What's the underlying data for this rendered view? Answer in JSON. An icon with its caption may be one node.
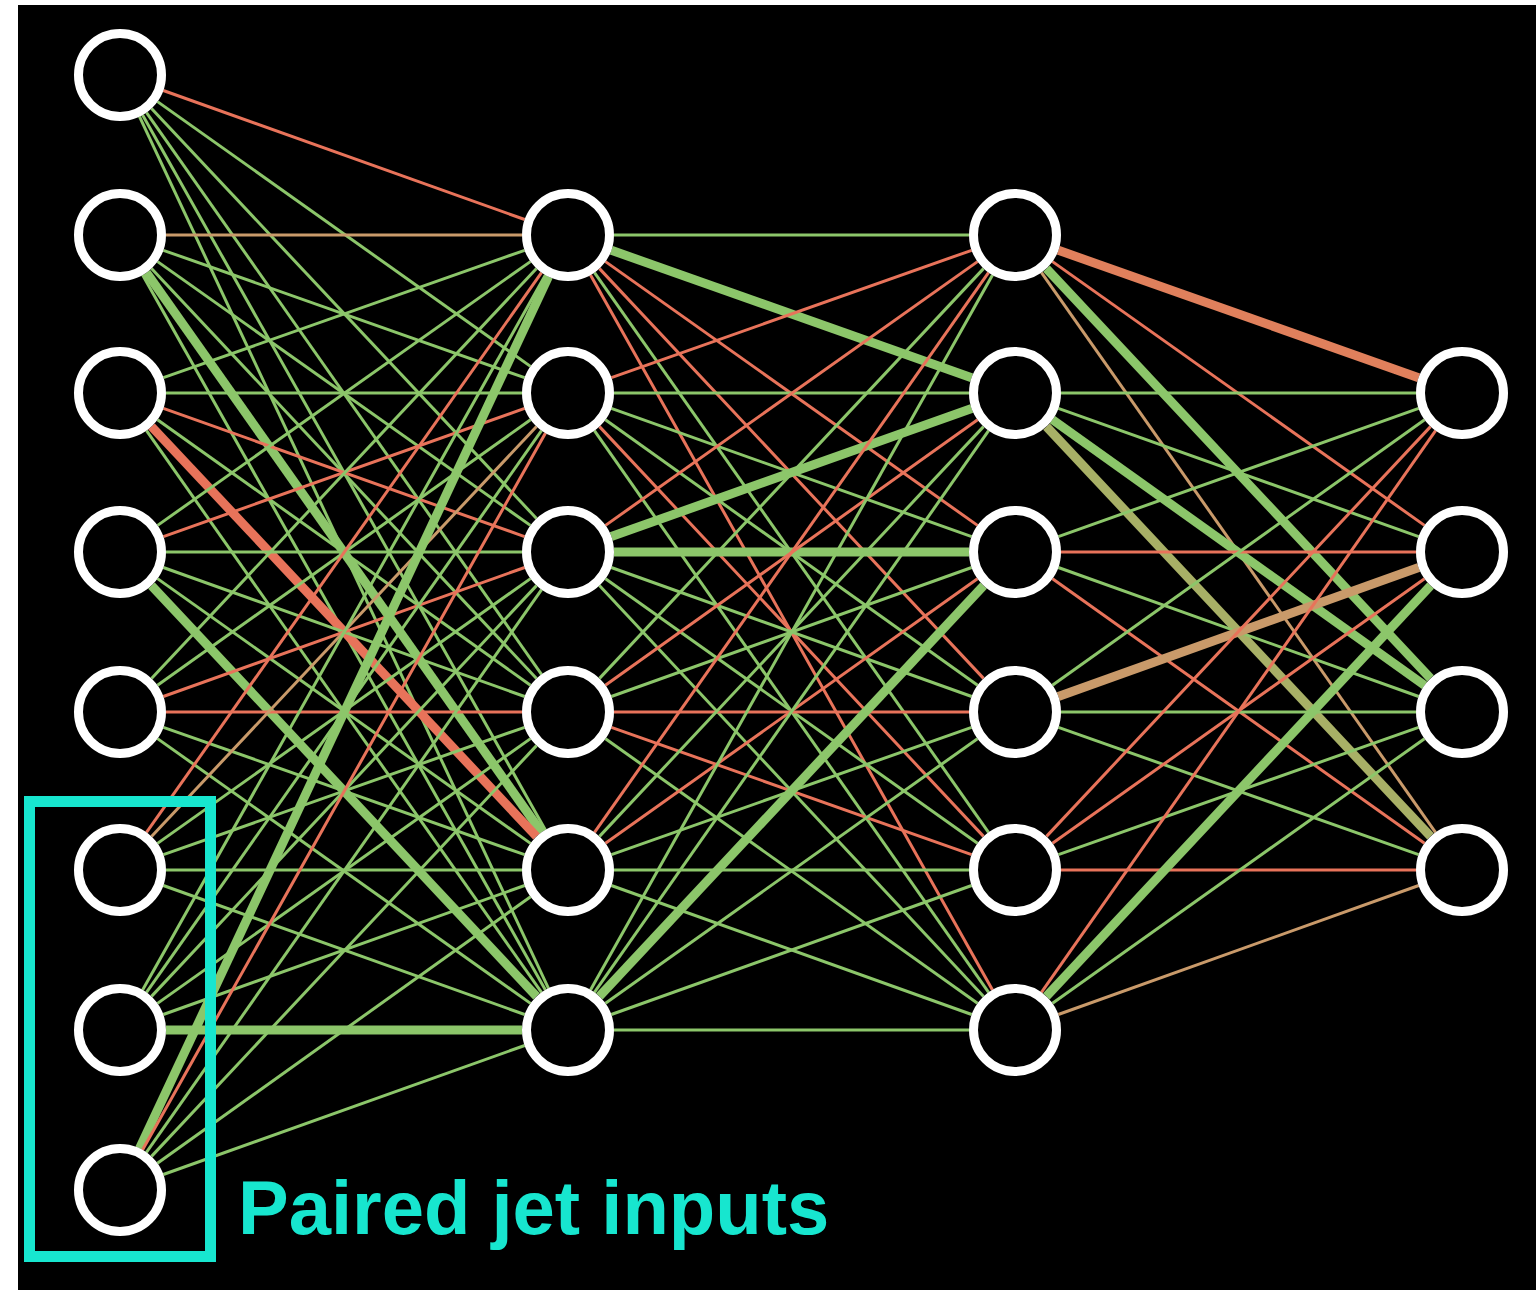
{
  "diagram": {
    "nodes": [
      {
        "text": [],
        "shape": "circle"
      },
      {
        "text": [],
        "shape": "circle"
      },
      {
        "text": [],
        "shape": "circle"
      },
      {
        "text": [],
        "shape": "circle"
      },
      {
        "text": [],
        "shape": "circle"
      },
      {
        "text": [
          "Paired jet inputs"
        ]
      },
      {
        "text": [],
        "shape": "circle",
        "in": 5
      },
      {
        "text": [],
        "shape": "circle",
        "in": 5
      },
      {
        "text": [],
        "shape": "circle",
        "in": 5
      },
      {
        "text": [],
        "shape": "circle"
      },
      {
        "text": [],
        "shape": "circle"
      },
      {
        "text": [],
        "shape": "circle"
      },
      {
        "text": [],
        "shape": "circle"
      },
      {
        "text": [],
        "shape": "circle"
      },
      {
        "text": [],
        "shape": "circle"
      },
      {
        "text": [],
        "shape": "circle"
      },
      {
        "text": [],
        "shape": "circle"
      },
      {
        "text": [],
        "shape": "circle"
      },
      {
        "text": [],
        "shape": "circle"
      },
      {
        "text": [],
        "shape": "circle"
      },
      {
        "text": [],
        "shape": "circle"
      },
      {
        "text": [],
        "shape": "circle"
      },
      {
        "text": [],
        "shape": "circle"
      },
      {
        "text": [],
        "shape": "circle"
      },
      {
        "text": [],
        "shape": "circle"
      }
    ],
    "edges": [
      {
        "from": 0,
        "to": 9,
        "arrow": "none",
        "color": "#e8735a"
      },
      {
        "from": 0,
        "to": 10,
        "arrow": "none"
      },
      {
        "from": 0,
        "to": 11,
        "arrow": "none"
      },
      {
        "from": 0,
        "to": 12,
        "arrow": "none"
      },
      {
        "from": 0,
        "to": 13,
        "arrow": "none"
      },
      {
        "from": 0,
        "to": 14,
        "arrow": "none"
      },
      {
        "from": 1,
        "to": 9,
        "arrow": "none",
        "color": "#c99a6a"
      },
      {
        "from": 1,
        "to": 10,
        "arrow": "none"
      },
      {
        "from": 1,
        "to": 11,
        "arrow": "none"
      },
      {
        "from": 1,
        "to": 12,
        "arrow": "none"
      },
      {
        "from": 1,
        "to": 13,
        "arrow": "none",
        "style": "thick"
      },
      {
        "from": 1,
        "to": 14,
        "arrow": "none"
      },
      {
        "from": 2,
        "to": 9,
        "arrow": "none"
      },
      {
        "from": 2,
        "to": 10,
        "arrow": "none"
      },
      {
        "from": 2,
        "to": 11,
        "arrow": "none",
        "color": "#e8735a"
      },
      {
        "from": 2,
        "to": 12,
        "arrow": "none"
      },
      {
        "from": 2,
        "to": 13,
        "arrow": "none",
        "style": "thick",
        "color": "#e8735a"
      },
      {
        "from": 2,
        "to": 14,
        "arrow": "none"
      },
      {
        "from": 3,
        "to": 9,
        "arrow": "none"
      },
      {
        "from": 3,
        "to": 10,
        "arrow": "none",
        "color": "#e8735a"
      },
      {
        "from": 3,
        "to": 11,
        "arrow": "none"
      },
      {
        "from": 3,
        "to": 12,
        "arrow": "none"
      },
      {
        "from": 3,
        "to": 13,
        "arrow": "none"
      },
      {
        "from": 3,
        "to": 14,
        "arrow": "none",
        "style": "thick"
      },
      {
        "from": 4,
        "to": 9,
        "arrow": "none"
      },
      {
        "from": 4,
        "to": 10,
        "arrow": "none"
      },
      {
        "from": 4,
        "to": 11,
        "arrow": "none",
        "color": "#e8735a"
      },
      {
        "from": 4,
        "to": 12,
        "arrow": "none",
        "color": "#e8735a"
      },
      {
        "from": 4,
        "to": 13,
        "arrow": "none"
      },
      {
        "from": 4,
        "to": 14,
        "arrow": "none"
      },
      {
        "from": 6,
        "to": 9,
        "arrow": "none",
        "color": "#e8735a"
      },
      {
        "from": 6,
        "to": 10,
        "arrow": "none",
        "color": "#c99a6a"
      },
      {
        "from": 6,
        "to": 11,
        "arrow": "none"
      },
      {
        "from": 6,
        "to": 12,
        "arrow": "none"
      },
      {
        "from": 6,
        "to": 13,
        "arrow": "none"
      },
      {
        "from": 6,
        "to": 14,
        "arrow": "none"
      },
      {
        "from": 7,
        "to": 9,
        "arrow": "none"
      },
      {
        "from": 7,
        "to": 10,
        "arrow": "none"
      },
      {
        "from": 7,
        "to": 11,
        "arrow": "none"
      },
      {
        "from": 7,
        "to": 12,
        "arrow": "none"
      },
      {
        "from": 7,
        "to": 13,
        "arrow": "none"
      },
      {
        "from": 7,
        "to": 14,
        "arrow": "none",
        "style": "thick"
      },
      {
        "from": 8,
        "to": 9,
        "arrow": "none",
        "style": "thick"
      },
      {
        "from": 8,
        "to": 10,
        "arrow": "none",
        "color": "#e8735a"
      },
      {
        "from": 8,
        "to": 11,
        "arrow": "none"
      },
      {
        "from": 8,
        "to": 12,
        "arrow": "none"
      },
      {
        "from": 8,
        "to": 13,
        "arrow": "none"
      },
      {
        "from": 8,
        "to": 14,
        "arrow": "none"
      },
      {
        "from": 9,
        "to": 15,
        "arrow": "none"
      },
      {
        "from": 9,
        "to": 16,
        "arrow": "none",
        "style": "thick"
      },
      {
        "from": 9,
        "to": 17,
        "arrow": "none",
        "color": "#e8735a"
      },
      {
        "from": 9,
        "to": 18,
        "arrow": "none",
        "color": "#e8735a"
      },
      {
        "from": 9,
        "to": 19,
        "arrow": "none"
      },
      {
        "from": 9,
        "to": 20,
        "arrow": "none",
        "color": "#e8735a"
      },
      {
        "from": 10,
        "to": 15,
        "arrow": "none",
        "color": "#e8735a"
      },
      {
        "from": 10,
        "to": 16,
        "arrow": "none"
      },
      {
        "from": 10,
        "to": 17,
        "arrow": "none"
      },
      {
        "from": 10,
        "to": 18,
        "arrow": "none"
      },
      {
        "from": 10,
        "to": 19,
        "arrow": "none",
        "color": "#e8735a"
      },
      {
        "from": 10,
        "to": 20,
        "arrow": "none"
      },
      {
        "from": 11,
        "to": 15,
        "arrow": "none",
        "color": "#e8735a"
      },
      {
        "from": 11,
        "to": 16,
        "arrow": "none",
        "style": "thick"
      },
      {
        "from": 11,
        "to": 17,
        "arrow": "none",
        "style": "thick"
      },
      {
        "from": 11,
        "to": 18,
        "arrow": "none"
      },
      {
        "from": 11,
        "to": 19,
        "arrow": "none"
      },
      {
        "from": 11,
        "to": 20,
        "arrow": "none"
      },
      {
        "from": 12,
        "to": 15,
        "arrow": "none"
      },
      {
        "from": 12,
        "to": 16,
        "arrow": "none",
        "color": "#e8735a"
      },
      {
        "from": 12,
        "to": 17,
        "arrow": "none"
      },
      {
        "from": 12,
        "to": 18,
        "arrow": "none",
        "color": "#e8735a"
      },
      {
        "from": 12,
        "to": 19,
        "arrow": "none",
        "color": "#e8735a"
      },
      {
        "from": 12,
        "to": 20,
        "arrow": "none"
      },
      {
        "from": 13,
        "to": 15,
        "arrow": "none",
        "color": "#e8735a"
      },
      {
        "from": 13,
        "to": 16,
        "arrow": "none"
      },
      {
        "from": 13,
        "to": 17,
        "arrow": "none",
        "color": "#e8735a"
      },
      {
        "from": 13,
        "to": 18,
        "arrow": "none"
      },
      {
        "from": 13,
        "to": 19,
        "arrow": "none"
      },
      {
        "from": 13,
        "to": 20,
        "arrow": "none"
      },
      {
        "from": 14,
        "to": 15,
        "arrow": "none"
      },
      {
        "from": 14,
        "to": 16,
        "arrow": "none"
      },
      {
        "from": 14,
        "to": 17,
        "arrow": "none",
        "style": "thick"
      },
      {
        "from": 14,
        "to": 18,
        "arrow": "none"
      },
      {
        "from": 14,
        "to": 19,
        "arrow": "none"
      },
      {
        "from": 14,
        "to": 20,
        "arrow": "none"
      },
      {
        "from": 15,
        "to": 21,
        "arrow": "none",
        "style": "thick",
        "color": "#e0805c"
      },
      {
        "from": 15,
        "to": 22,
        "arrow": "none",
        "color": "#e8735a"
      },
      {
        "from": 15,
        "to": 23,
        "arrow": "none",
        "style": "thick"
      },
      {
        "from": 15,
        "to": 24,
        "arrow": "none",
        "color": "#c99a6a"
      },
      {
        "from": 16,
        "to": 21,
        "arrow": "none"
      },
      {
        "from": 16,
        "to": 22,
        "arrow": "none"
      },
      {
        "from": 16,
        "to": 23,
        "arrow": "none",
        "style": "thick"
      },
      {
        "from": 16,
        "to": 24,
        "arrow": "none",
        "style": "thick",
        "color": "#a8b066"
      },
      {
        "from": 17,
        "to": 21,
        "arrow": "none"
      },
      {
        "from": 17,
        "to": 22,
        "arrow": "none",
        "color": "#e8735a"
      },
      {
        "from": 17,
        "to": 23,
        "arrow": "none"
      },
      {
        "from": 17,
        "to": 24,
        "arrow": "none",
        "color": "#e8735a"
      },
      {
        "from": 18,
        "to": 21,
        "arrow": "none"
      },
      {
        "from": 18,
        "to": 22,
        "arrow": "none",
        "style": "thick",
        "color": "#c99a6a"
      },
      {
        "from": 18,
        "to": 23,
        "arrow": "none"
      },
      {
        "from": 18,
        "to": 24,
        "arrow": "none"
      },
      {
        "from": 19,
        "to": 21,
        "arrow": "none",
        "color": "#e8735a"
      },
      {
        "from": 19,
        "to": 22,
        "arrow": "none",
        "color": "#e8735a"
      },
      {
        "from": 19,
        "to": 23,
        "arrow": "none"
      },
      {
        "from": 19,
        "to": 24,
        "arrow": "none",
        "color": "#e8735a"
      },
      {
        "from": 20,
        "to": 21,
        "arrow": "none",
        "color": "#e8735a"
      },
      {
        "from": 20,
        "to": 22,
        "arrow": "none",
        "style": "thick"
      },
      {
        "from": 20,
        "to": 23,
        "arrow": "none"
      },
      {
        "from": 20,
        "to": 24,
        "arrow": "none",
        "color": "#c99a6a"
      }
    ]
  }
}
